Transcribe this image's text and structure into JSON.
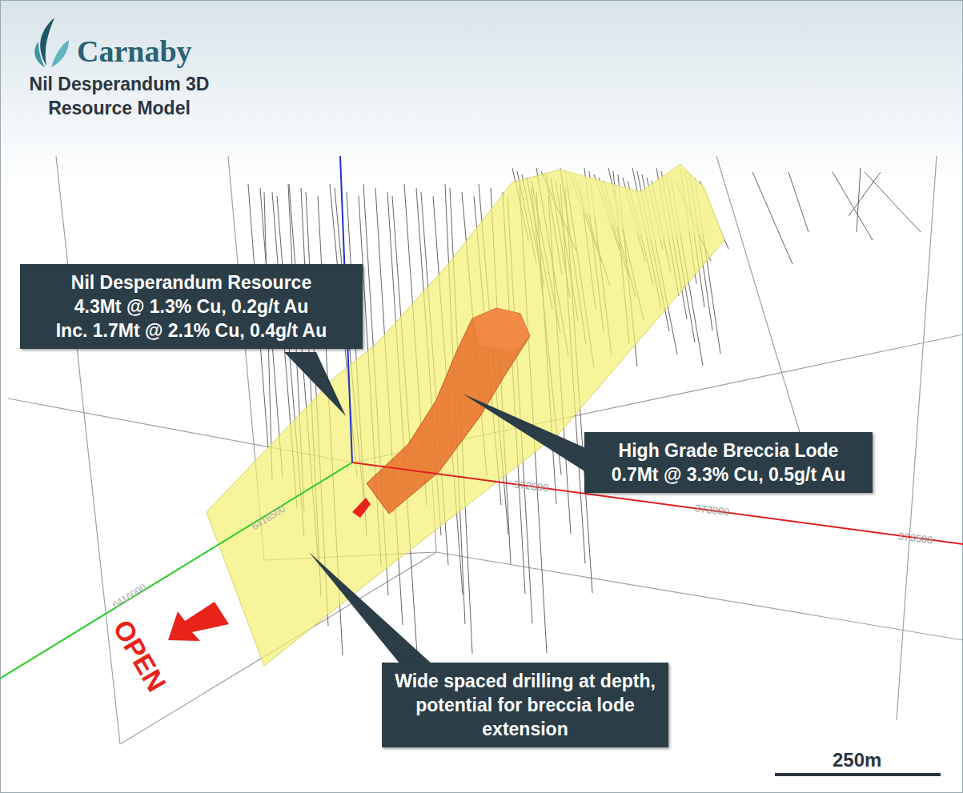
{
  "diagram": {
    "title": "Nil Desperandum 3D Resource Model",
    "nodes": [
      {
        "text": [
          "Nil Desperandum Resource",
          "4.3Mt @ 1.3% Cu, 0.2g/t Au",
          "Inc. 1.7Mt @ 2.1% Cu, 0.4g/t Au"
        ]
      },
      {
        "text": [
          "High Grade Breccia Lode",
          "0.7Mt @ 3.3% Cu, 0.5g/t Au"
        ]
      },
      {
        "text": [
          "Wide spaced drilling at depth, potential for breccia lode extension"
        ]
      }
    ],
    "labels": [
      "Carnaby",
      "372500",
      "373000",
      "373500",
      "6416000",
      "6416500",
      "OPEN",
      "250m"
    ]
  }
}
